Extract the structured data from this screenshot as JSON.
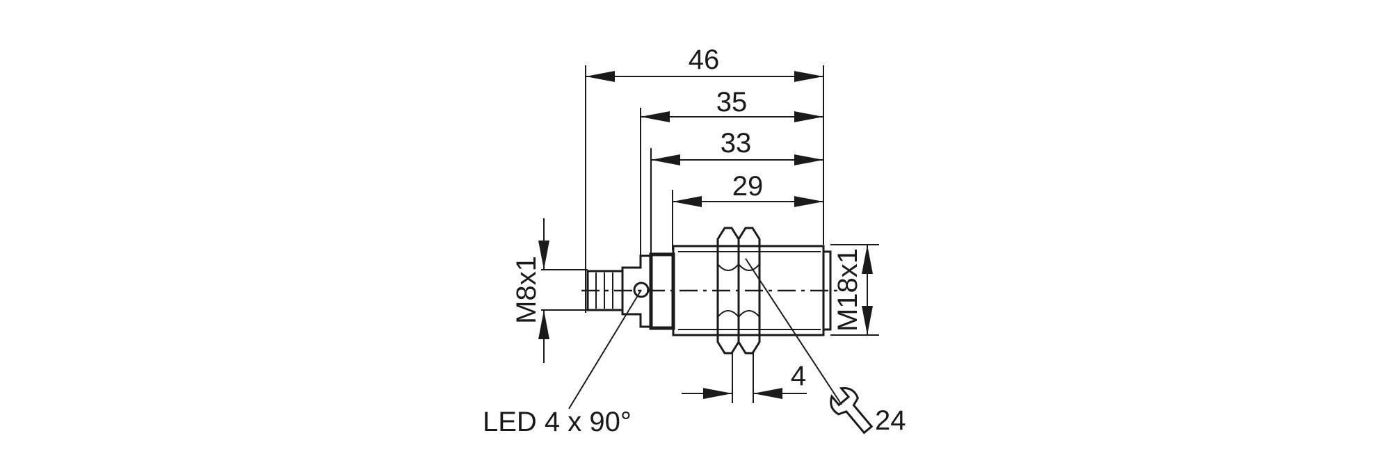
{
  "dimensions": {
    "overall_length": "46",
    "housing_length": "35",
    "body_length": "33",
    "thread_length": "29",
    "nut_thickness": "4"
  },
  "labels": {
    "connector_thread": "M8x1",
    "body_thread": "M18x1",
    "led": "LED 4 x 90°",
    "wrench_size": "24"
  },
  "icons": {
    "wrench": "wrench-icon"
  }
}
